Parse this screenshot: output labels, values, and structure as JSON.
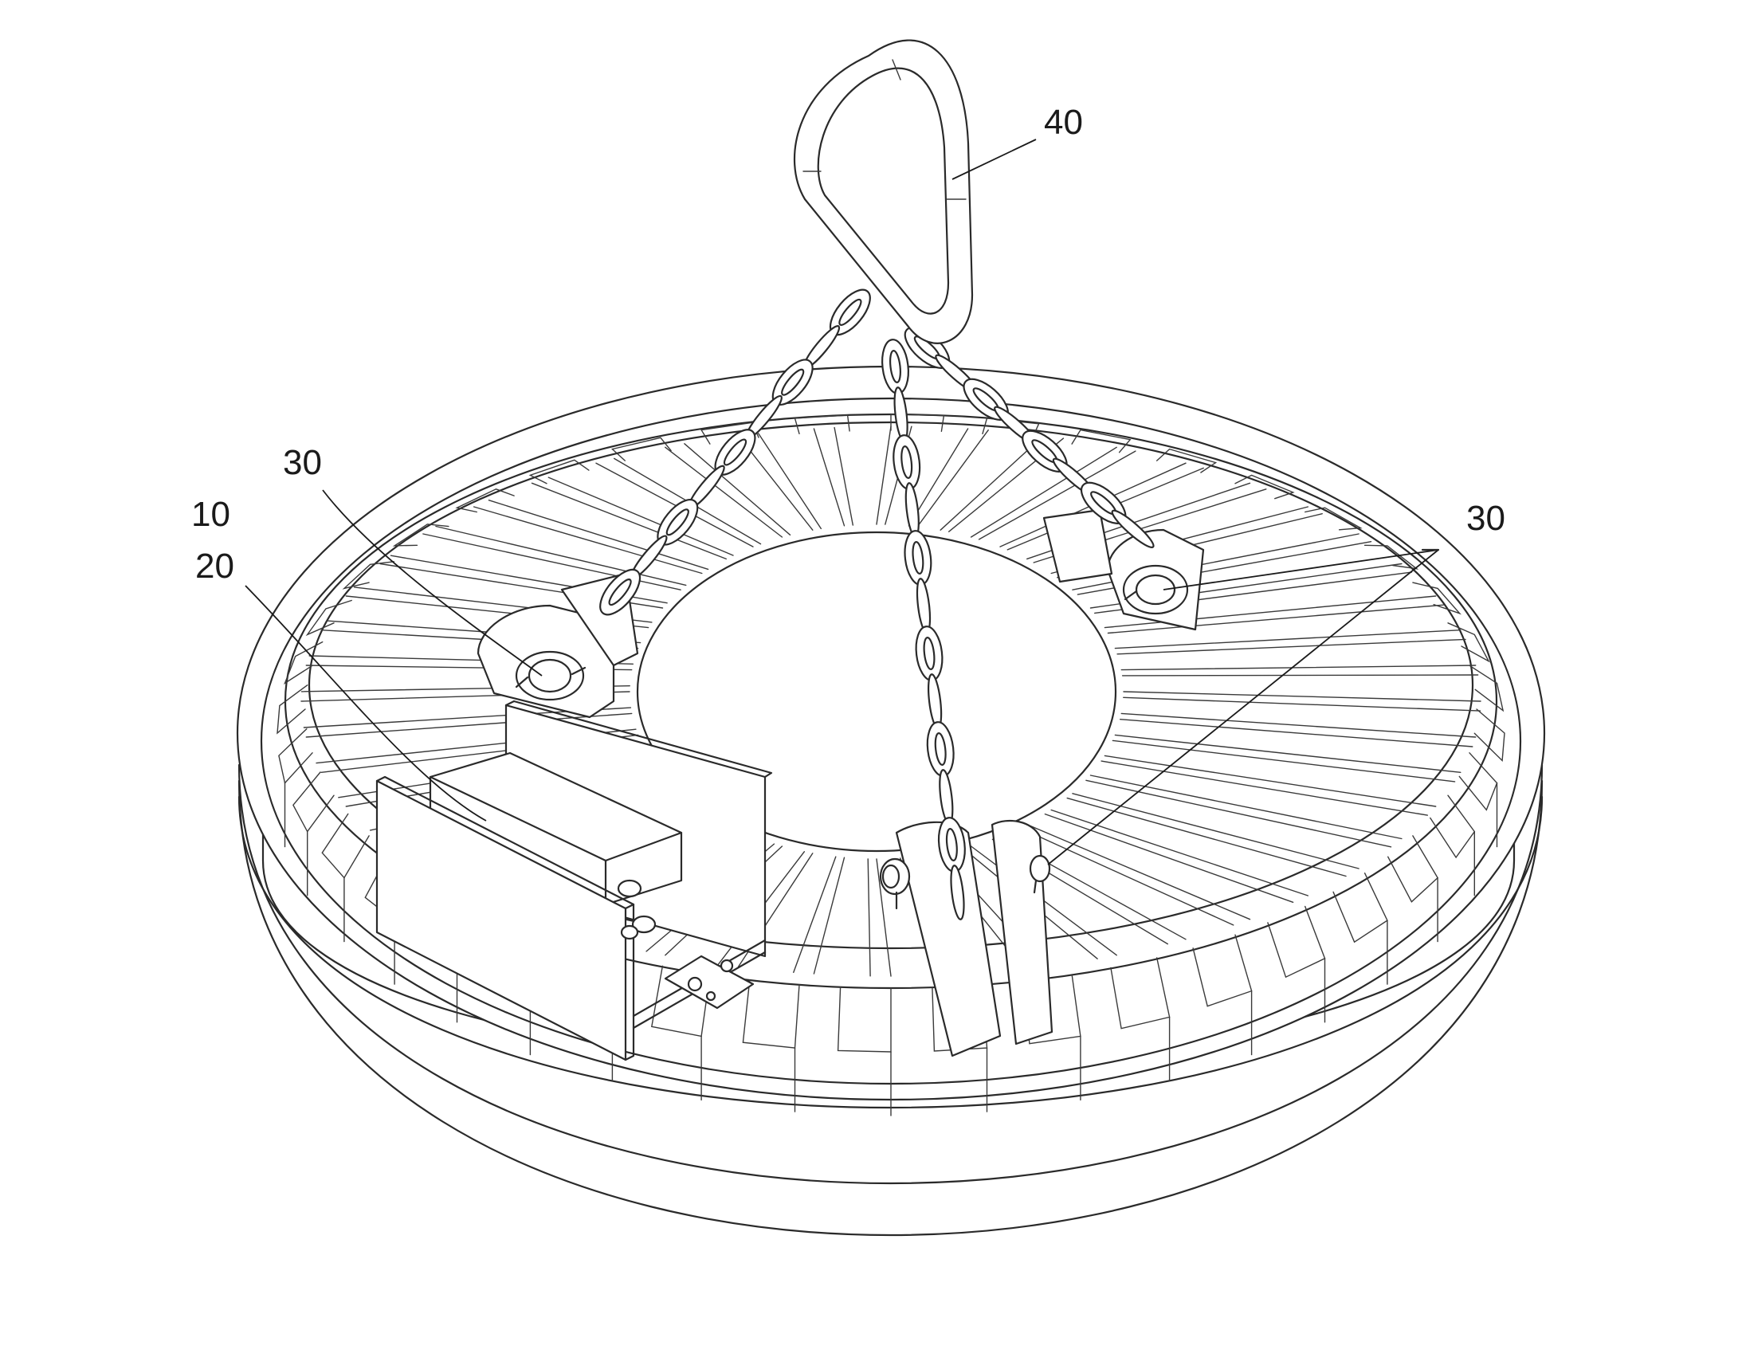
{
  "figure": {
    "labels": [
      {
        "id": "ref-40",
        "text": "40",
        "part": "lifting-ring"
      },
      {
        "id": "ref-30-left",
        "text": "30",
        "part": "pin"
      },
      {
        "id": "ref-10",
        "text": "10",
        "part": "magnet-body"
      },
      {
        "id": "ref-20",
        "text": "20",
        "part": "battery-box"
      },
      {
        "id": "ref-30-right",
        "text": "30",
        "part": "pin"
      }
    ]
  }
}
